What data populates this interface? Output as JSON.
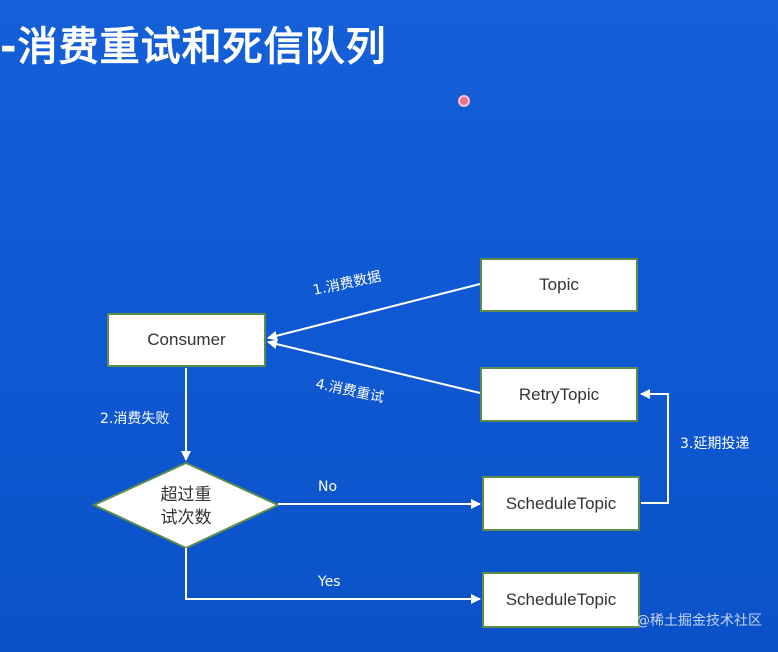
{
  "title": "-消费重试和死信队列",
  "nodes": {
    "consumer": "Consumer",
    "topic": "Topic",
    "retry_topic": "RetryTopic",
    "schedule_topic_1": "ScheduleTopic",
    "schedule_topic_2": "ScheduleTopic",
    "decision_line1": "超过重",
    "decision_line2": "试次数"
  },
  "edges": {
    "consume_data": "1.消费数据",
    "consume_fail": "2.消费失败",
    "delay_delivery": "3.延期投递",
    "consume_retry": "4.消费重试",
    "no": "No",
    "yes": "Yes"
  },
  "watermark": "@稀土掘金技术社区",
  "colors": {
    "background": "#1560d8",
    "node_border": "#5d8c4a",
    "edge": "#ffffff"
  }
}
